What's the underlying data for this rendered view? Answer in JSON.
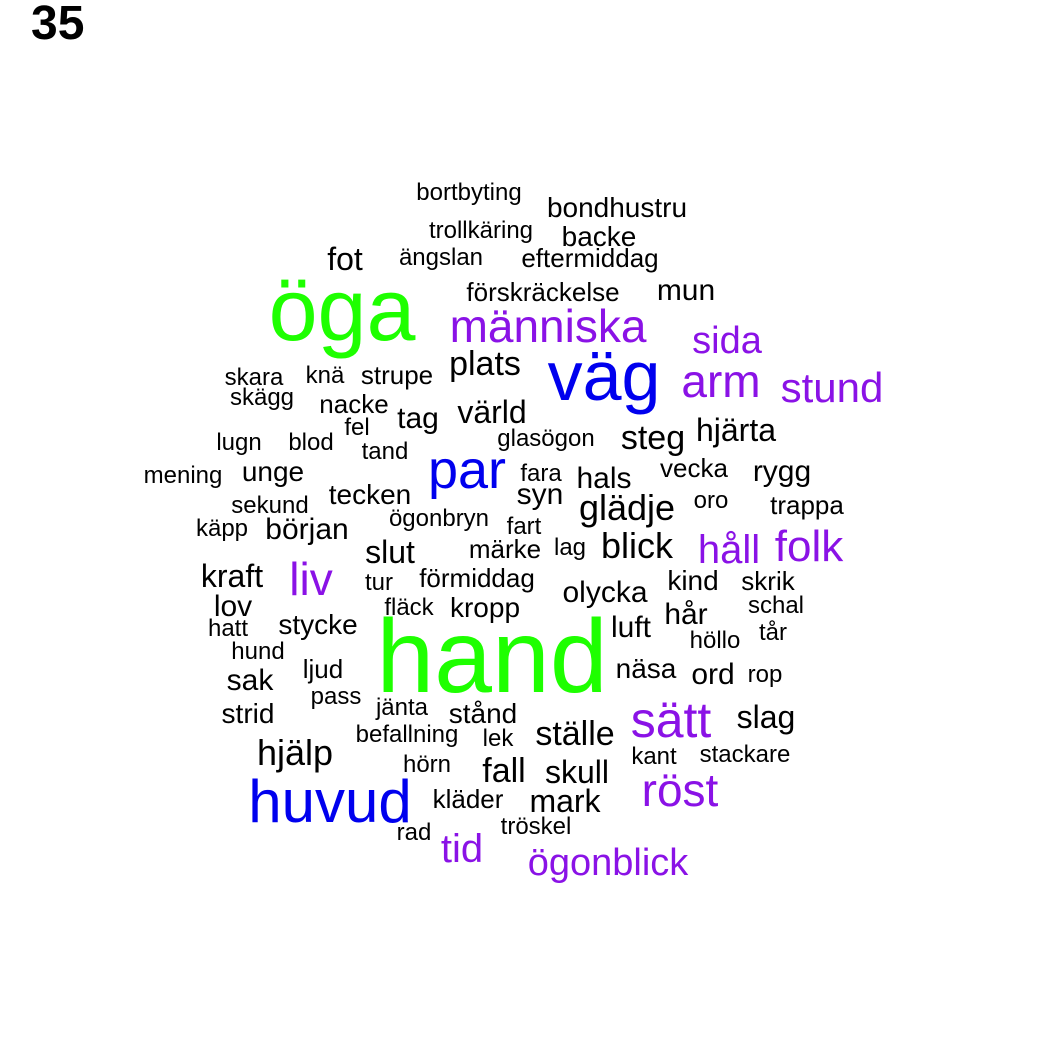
{
  "page_number": "35",
  "colors": {
    "green": "#1eff00",
    "blue": "#0000ee",
    "purple": "#8a12e6",
    "black": "#000000"
  },
  "words": [
    {
      "text": "hand",
      "size": 104,
      "color": "green"
    },
    {
      "text": "öga",
      "size": 88,
      "color": "green"
    },
    {
      "text": "väg",
      "size": 70,
      "color": "blue"
    },
    {
      "text": "huvud",
      "size": 60,
      "color": "blue"
    },
    {
      "text": "par",
      "size": 54,
      "color": "blue"
    },
    {
      "text": "sätt",
      "size": 50,
      "color": "purple"
    },
    {
      "text": "människa",
      "size": 46,
      "color": "purple"
    },
    {
      "text": "arm",
      "size": 46,
      "color": "purple"
    },
    {
      "text": "röst",
      "size": 46,
      "color": "purple"
    },
    {
      "text": "folk",
      "size": 44,
      "color": "purple"
    },
    {
      "text": "stund",
      "size": 42,
      "color": "purple"
    },
    {
      "text": "liv",
      "size": 46,
      "color": "purple"
    },
    {
      "text": "ögonblick",
      "size": 38,
      "color": "purple"
    },
    {
      "text": "sida",
      "size": 38,
      "color": "purple"
    },
    {
      "text": "håll",
      "size": 40,
      "color": "purple"
    },
    {
      "text": "tid",
      "size": 40,
      "color": "purple"
    },
    {
      "text": "hjälp",
      "size": 36,
      "color": "black"
    },
    {
      "text": "blick",
      "size": 36,
      "color": "black"
    },
    {
      "text": "glädje",
      "size": 36,
      "color": "black"
    },
    {
      "text": "steg",
      "size": 34,
      "color": "black"
    },
    {
      "text": "plats",
      "size": 34,
      "color": "black"
    },
    {
      "text": "ställe",
      "size": 34,
      "color": "black"
    },
    {
      "text": "fall",
      "size": 34,
      "color": "black"
    },
    {
      "text": "slag",
      "size": 32,
      "color": "black"
    },
    {
      "text": "fot",
      "size": 32,
      "color": "black"
    },
    {
      "text": "hjärta",
      "size": 32,
      "color": "black"
    },
    {
      "text": "värld",
      "size": 32,
      "color": "black"
    },
    {
      "text": "skull",
      "size": 32,
      "color": "black"
    },
    {
      "text": "mark",
      "size": 32,
      "color": "black"
    },
    {
      "text": "kraft",
      "size": 32,
      "color": "black"
    },
    {
      "text": "slut",
      "size": 32,
      "color": "black"
    },
    {
      "text": "rygg",
      "size": 30,
      "color": "black"
    },
    {
      "text": "mun",
      "size": 30,
      "color": "black"
    },
    {
      "text": "sak",
      "size": 30,
      "color": "black"
    },
    {
      "text": "hår",
      "size": 30,
      "color": "black"
    },
    {
      "text": "luft",
      "size": 30,
      "color": "black"
    },
    {
      "text": "ord",
      "size": 30,
      "color": "black"
    },
    {
      "text": "syn",
      "size": 30,
      "color": "black"
    },
    {
      "text": "lov",
      "size": 30,
      "color": "black"
    },
    {
      "text": "olycka",
      "size": 30,
      "color": "black"
    },
    {
      "text": "början",
      "size": 30,
      "color": "black"
    },
    {
      "text": "hals",
      "size": 30,
      "color": "black"
    },
    {
      "text": "tag",
      "size": 30,
      "color": "black"
    },
    {
      "text": "kind",
      "size": 28,
      "color": "black"
    },
    {
      "text": "backe",
      "size": 28,
      "color": "black"
    },
    {
      "text": "bondhustru",
      "size": 28,
      "color": "black"
    },
    {
      "text": "tecken",
      "size": 28,
      "color": "black"
    },
    {
      "text": "unge",
      "size": 28,
      "color": "black"
    },
    {
      "text": "kropp",
      "size": 28,
      "color": "black"
    },
    {
      "text": "stycke",
      "size": 28,
      "color": "black"
    },
    {
      "text": "strid",
      "size": 28,
      "color": "black"
    },
    {
      "text": "stånd",
      "size": 28,
      "color": "black"
    },
    {
      "text": "näsa",
      "size": 28,
      "color": "black"
    },
    {
      "text": "förskräckelse",
      "size": 26,
      "color": "black"
    },
    {
      "text": "förmiddag",
      "size": 26,
      "color": "black"
    },
    {
      "text": "nacke",
      "size": 26,
      "color": "black"
    },
    {
      "text": "strupe",
      "size": 26,
      "color": "black"
    },
    {
      "text": "skrik",
      "size": 26,
      "color": "black"
    },
    {
      "text": "ljud",
      "size": 26,
      "color": "black"
    },
    {
      "text": "eftermiddag",
      "size": 26,
      "color": "black"
    },
    {
      "text": "trappa",
      "size": 26,
      "color": "black"
    },
    {
      "text": "märke",
      "size": 26,
      "color": "black"
    },
    {
      "text": "vecka",
      "size": 26,
      "color": "black"
    },
    {
      "text": "kläder",
      "size": 26,
      "color": "black"
    },
    {
      "text": "ängslan",
      "size": 24,
      "color": "black"
    },
    {
      "text": "bortbyting",
      "size": 24,
      "color": "black"
    },
    {
      "text": "trollkäring",
      "size": 24,
      "color": "black"
    },
    {
      "text": "skara",
      "size": 24,
      "color": "black"
    },
    {
      "text": "knä",
      "size": 24,
      "color": "black"
    },
    {
      "text": "skägg",
      "size": 24,
      "color": "black"
    },
    {
      "text": "fel",
      "size": 24,
      "color": "black"
    },
    {
      "text": "tand",
      "size": 24,
      "color": "black"
    },
    {
      "text": "glasögon",
      "size": 24,
      "color": "black"
    },
    {
      "text": "lugn",
      "size": 24,
      "color": "black"
    },
    {
      "text": "blod",
      "size": 24,
      "color": "black"
    },
    {
      "text": "mening",
      "size": 24,
      "color": "black"
    },
    {
      "text": "fara",
      "size": 24,
      "color": "black"
    },
    {
      "text": "sekund",
      "size": 24,
      "color": "black"
    },
    {
      "text": "oro",
      "size": 24,
      "color": "black"
    },
    {
      "text": "ögonbryn",
      "size": 24,
      "color": "black"
    },
    {
      "text": "fart",
      "size": 24,
      "color": "black"
    },
    {
      "text": "käpp",
      "size": 24,
      "color": "black"
    },
    {
      "text": "lag",
      "size": 24,
      "color": "black"
    },
    {
      "text": "tur",
      "size": 24,
      "color": "black"
    },
    {
      "text": "fläck",
      "size": 24,
      "color": "black"
    },
    {
      "text": "schal",
      "size": 24,
      "color": "black"
    },
    {
      "text": "hatt",
      "size": 24,
      "color": "black"
    },
    {
      "text": "tår",
      "size": 24,
      "color": "black"
    },
    {
      "text": "höllo",
      "size": 24,
      "color": "black"
    },
    {
      "text": "hund",
      "size": 24,
      "color": "black"
    },
    {
      "text": "rop",
      "size": 24,
      "color": "black"
    },
    {
      "text": "pass",
      "size": 24,
      "color": "black"
    },
    {
      "text": "jänta",
      "size": 24,
      "color": "black"
    },
    {
      "text": "befallning",
      "size": 24,
      "color": "black"
    },
    {
      "text": "lek",
      "size": 24,
      "color": "black"
    },
    {
      "text": "kant",
      "size": 24,
      "color": "black"
    },
    {
      "text": "stackare",
      "size": 24,
      "color": "black"
    },
    {
      "text": "hörn",
      "size": 24,
      "color": "black"
    },
    {
      "text": "tröskel",
      "size": 24,
      "color": "black"
    },
    {
      "text": "rad",
      "size": 24,
      "color": "black"
    }
  ]
}
